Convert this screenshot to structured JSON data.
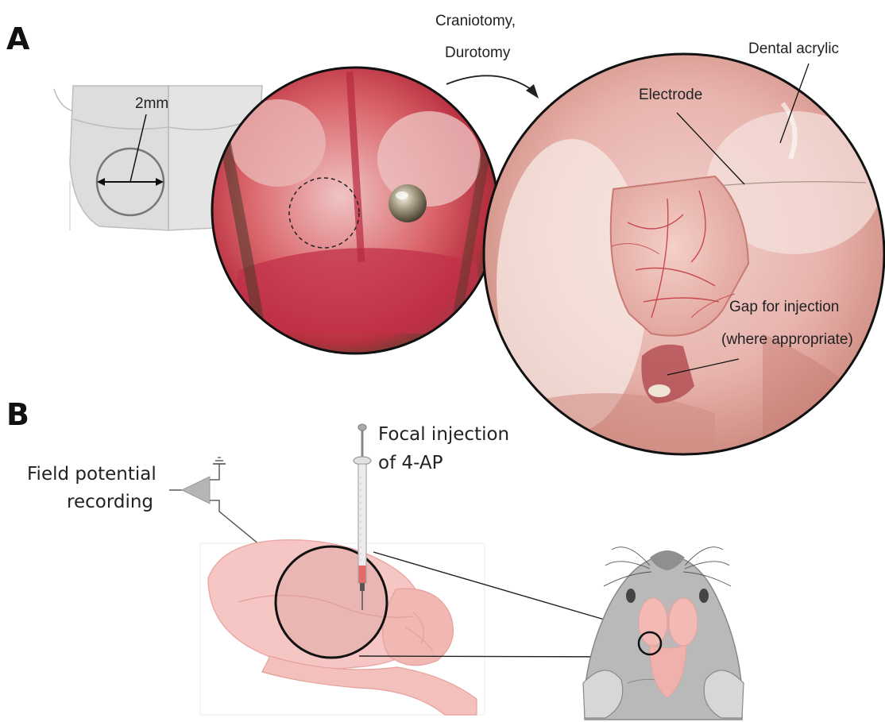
{
  "panel_a": {
    "letter": "A",
    "skull_measure": "2mm",
    "step_line1": "Craniotomy,",
    "step_line2": "Durotomy",
    "labels": {
      "dental_acrylic": "Dental acrylic",
      "electrode": "Electrode",
      "gap_line1": "Gap for injection",
      "gap_line2": "(where appropriate)"
    }
  },
  "panel_b": {
    "letter": "B",
    "recording_line1": "Field potential",
    "recording_line2": "recording",
    "injection_line1": "Focal injection",
    "injection_line2": "of 4-AP"
  }
}
